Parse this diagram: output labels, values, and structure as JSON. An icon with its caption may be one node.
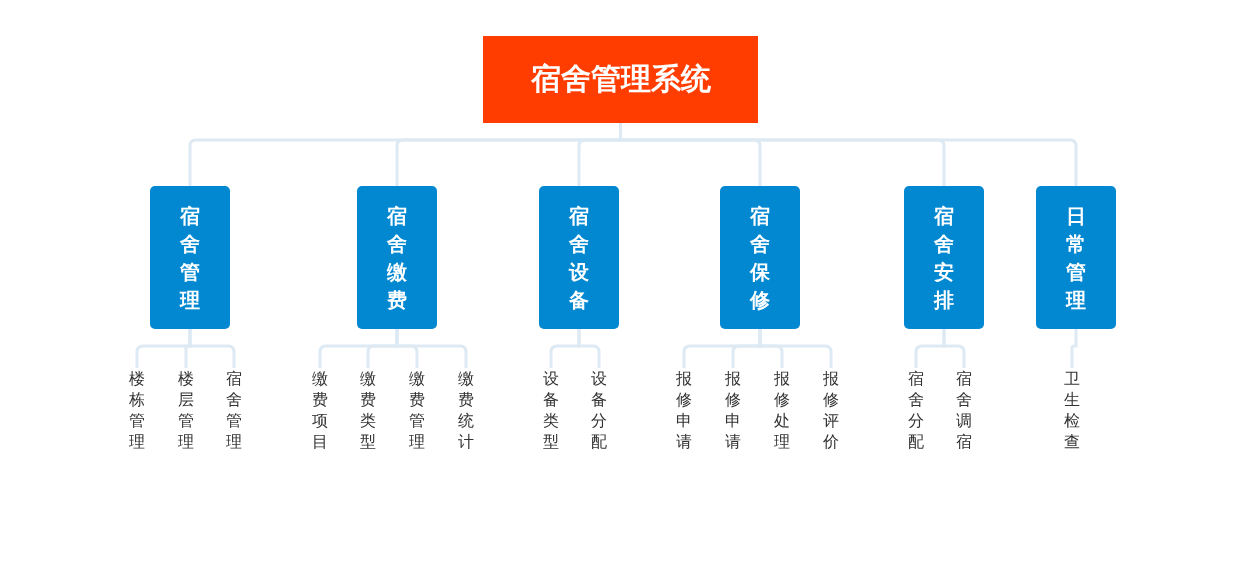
{
  "diagram": {
    "nodes": [
      {
        "text": [
          "宿舍管理系统"
        ]
      },
      {
        "text": [
          "宿舍管理"
        ]
      },
      {
        "text": [
          "宿舍缴费"
        ]
      },
      {
        "text": [
          "宿舍设备"
        ]
      },
      {
        "text": [
          "宿舍保修"
        ]
      },
      {
        "text": [
          "宿舍安排"
        ]
      },
      {
        "text": [
          "日常管理"
        ]
      },
      {
        "text": [
          "楼栋管理"
        ]
      },
      {
        "text": [
          "楼层管理"
        ]
      },
      {
        "text": [
          "宿舍管理"
        ]
      },
      {
        "text": [
          "缴费项目"
        ]
      },
      {
        "text": [
          "缴费类型"
        ]
      },
      {
        "text": [
          "缴费管理"
        ]
      },
      {
        "text": [
          "缴费统计"
        ]
      },
      {
        "text": [
          "设备类型"
        ]
      },
      {
        "text": [
          "设备分配"
        ]
      },
      {
        "text": [
          "报修申请"
        ]
      },
      {
        "text": [
          "报修申请"
        ]
      },
      {
        "text": [
          "报修处理"
        ]
      },
      {
        "text": [
          "报修评价"
        ]
      },
      {
        "text": [
          "宿舍分配"
        ]
      },
      {
        "text": [
          "宿舍调宿"
        ]
      },
      {
        "text": [
          "卫生检查"
        ]
      }
    ],
    "edges": [
      {
        "from": 0,
        "to": 1,
        "arrow": "none"
      },
      {
        "from": 0,
        "to": 2,
        "arrow": "none"
      },
      {
        "from": 0,
        "to": 3,
        "arrow": "none"
      },
      {
        "from": 0,
        "to": 4,
        "arrow": "none"
      },
      {
        "from": 0,
        "to": 5,
        "arrow": "none"
      },
      {
        "from": 0,
        "to": 6,
        "arrow": "none"
      },
      {
        "from": 1,
        "to": 7,
        "arrow": "none"
      },
      {
        "from": 1,
        "to": 8,
        "arrow": "none"
      },
      {
        "from": 1,
        "to": 9,
        "arrow": "none"
      },
      {
        "from": 2,
        "to": 10,
        "arrow": "none"
      },
      {
        "from": 2,
        "to": 11,
        "arrow": "none"
      },
      {
        "from": 2,
        "to": 12,
        "arrow": "none"
      },
      {
        "from": 2,
        "to": 13,
        "arrow": "none"
      },
      {
        "from": 3,
        "to": 14,
        "arrow": "none"
      },
      {
        "from": 3,
        "to": 15,
        "arrow": "none"
      },
      {
        "from": 4,
        "to": 16,
        "arrow": "none"
      },
      {
        "from": 4,
        "to": 17,
        "arrow": "none"
      },
      {
        "from": 4,
        "to": 18,
        "arrow": "none"
      },
      {
        "from": 4,
        "to": 19,
        "arrow": "none"
      },
      {
        "from": 5,
        "to": 20,
        "arrow": "none"
      },
      {
        "from": 5,
        "to": 21,
        "arrow": "none"
      },
      {
        "from": 6,
        "to": 22,
        "arrow": "none"
      }
    ]
  }
}
